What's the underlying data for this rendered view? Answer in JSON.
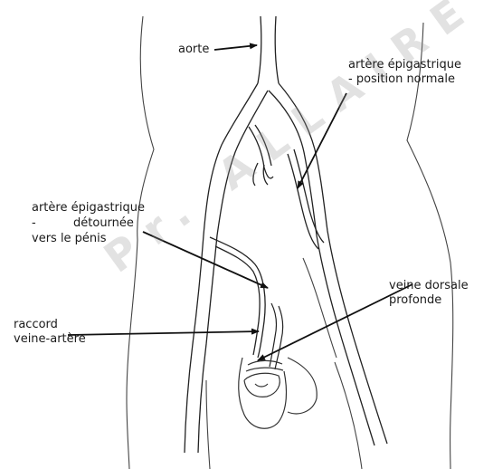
{
  "labels": {
    "aorta": "aorte",
    "epigastric_normal_line1": "artère épigastrique",
    "epigastric_normal_line2": "- position normale",
    "epigastric_diverted_line1": "artère épigastrique",
    "epigastric_diverted_line2": "-          détournée",
    "epigastric_diverted_line3": "vers le pénis",
    "deep_dorsal_vein_line1": "veine dorsale",
    "deep_dorsal_vein_line2": "profonde",
    "vein_artery_link_line1": "raccord",
    "vein_artery_link_line2": "veine-artère"
  },
  "watermark": "Pr. ALLAIRE",
  "colors": {
    "ink": "#1a1a1a",
    "background": "#ffffff",
    "watermark": "#969696"
  }
}
